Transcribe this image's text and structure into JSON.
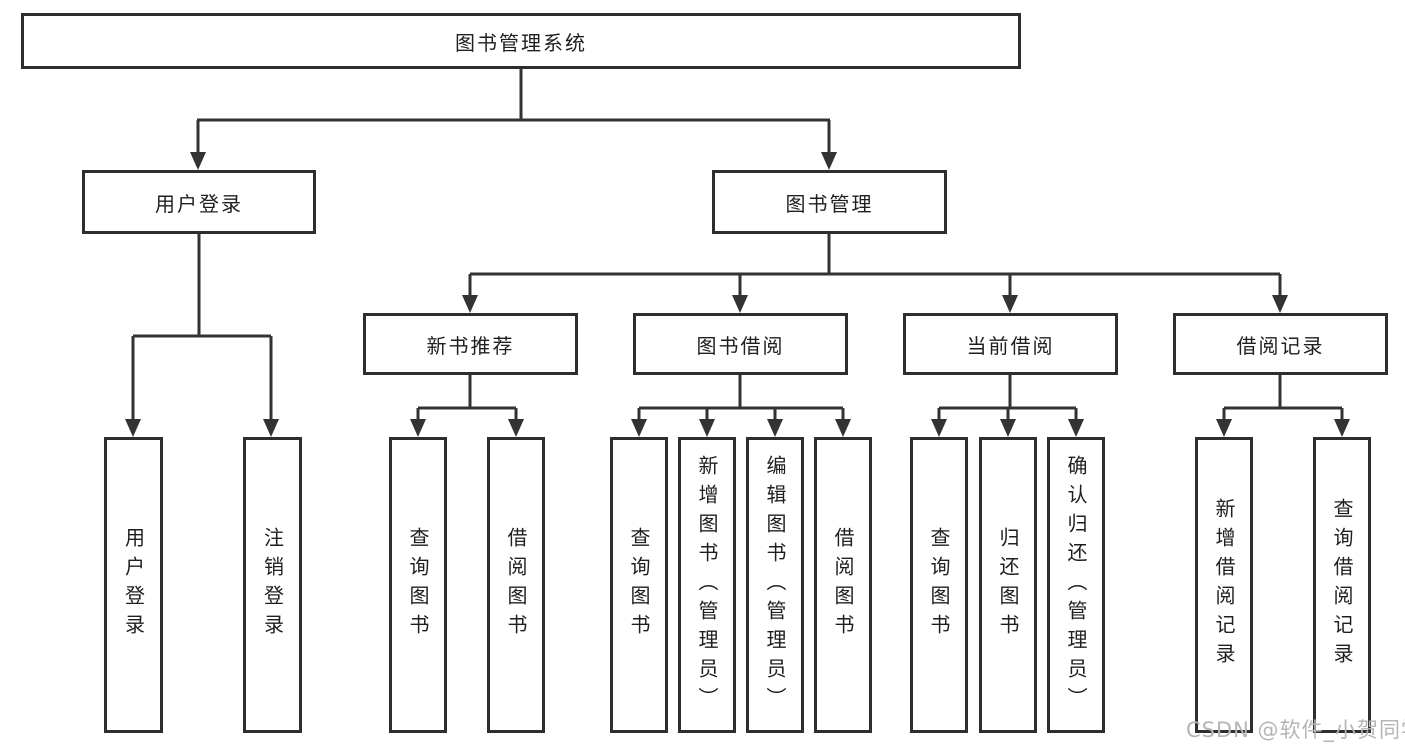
{
  "title": "图书管理系统",
  "nodes": {
    "root": {
      "label": "图书管理系统"
    },
    "level2": [
      {
        "label": "用户登录"
      },
      {
        "label": "图书管理"
      }
    ],
    "level3": [
      {
        "label": "新书推荐",
        "parent": "图书管理"
      },
      {
        "label": "图书借阅",
        "parent": "图书管理"
      },
      {
        "label": "当前借阅",
        "parent": "图书管理"
      },
      {
        "label": "借阅记录",
        "parent": "图书管理"
      }
    ],
    "leaves": [
      {
        "label": "用户登录",
        "parent": "用户登录"
      },
      {
        "label": "注销登录",
        "parent": "用户登录"
      },
      {
        "label": "查询图书",
        "parent": "新书推荐"
      },
      {
        "label": "借阅图书",
        "parent": "新书推荐"
      },
      {
        "label": "查询图书",
        "parent": "图书借阅"
      },
      {
        "label": "新增图书（管理员）",
        "parent": "图书借阅"
      },
      {
        "label": "编辑图书（管理员）",
        "parent": "图书借阅"
      },
      {
        "label": "借阅图书",
        "parent": "图书借阅"
      },
      {
        "label": "查询图书",
        "parent": "当前借阅"
      },
      {
        "label": "归还图书",
        "parent": "当前借阅"
      },
      {
        "label": "确认归还（管理员）",
        "parent": "当前借阅"
      },
      {
        "label": "新增借阅记录",
        "parent": "借阅记录"
      },
      {
        "label": "查询借阅记录",
        "parent": "借阅记录"
      }
    ]
  },
  "watermark": {
    "text": "CSDN @软件_小贺同学"
  },
  "colors": {
    "line": "#333333",
    "border": "#2e2e2e",
    "text": "#1f1f1f",
    "watermark": "#b5b5b5",
    "background": "#ffffff"
  }
}
